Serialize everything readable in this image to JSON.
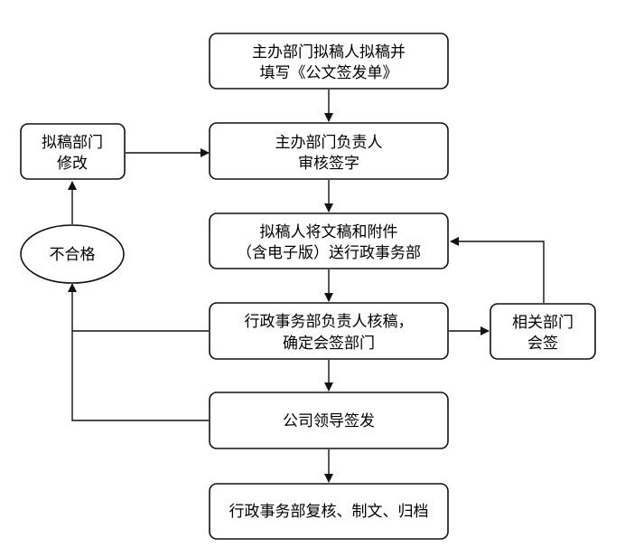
{
  "flowchart": {
    "nodes": {
      "draft": {
        "lines": [
          "主办部门拟稿人拟稿并",
          "填写《公文签发单》"
        ]
      },
      "dept_review": {
        "lines": [
          "主办部门负责人",
          "审核签字"
        ]
      },
      "revise": {
        "lines": [
          "拟稿部门",
          "修改"
        ]
      },
      "submit": {
        "lines": [
          "拟稿人将文稿和附件",
          "（含电子版）送行政事务部"
        ]
      },
      "unqualified": {
        "lines": [
          "不合格"
        ]
      },
      "admin_review": {
        "lines": [
          "行政事务部负责人核稿，",
          "确定会签部门"
        ]
      },
      "cosign": {
        "lines": [
          "相关部门",
          "会签"
        ]
      },
      "leader_sign": {
        "lines": [
          "公司领导签发"
        ]
      },
      "final": {
        "lines": [
          "行政事务部复核、制文、归档"
        ]
      }
    }
  }
}
